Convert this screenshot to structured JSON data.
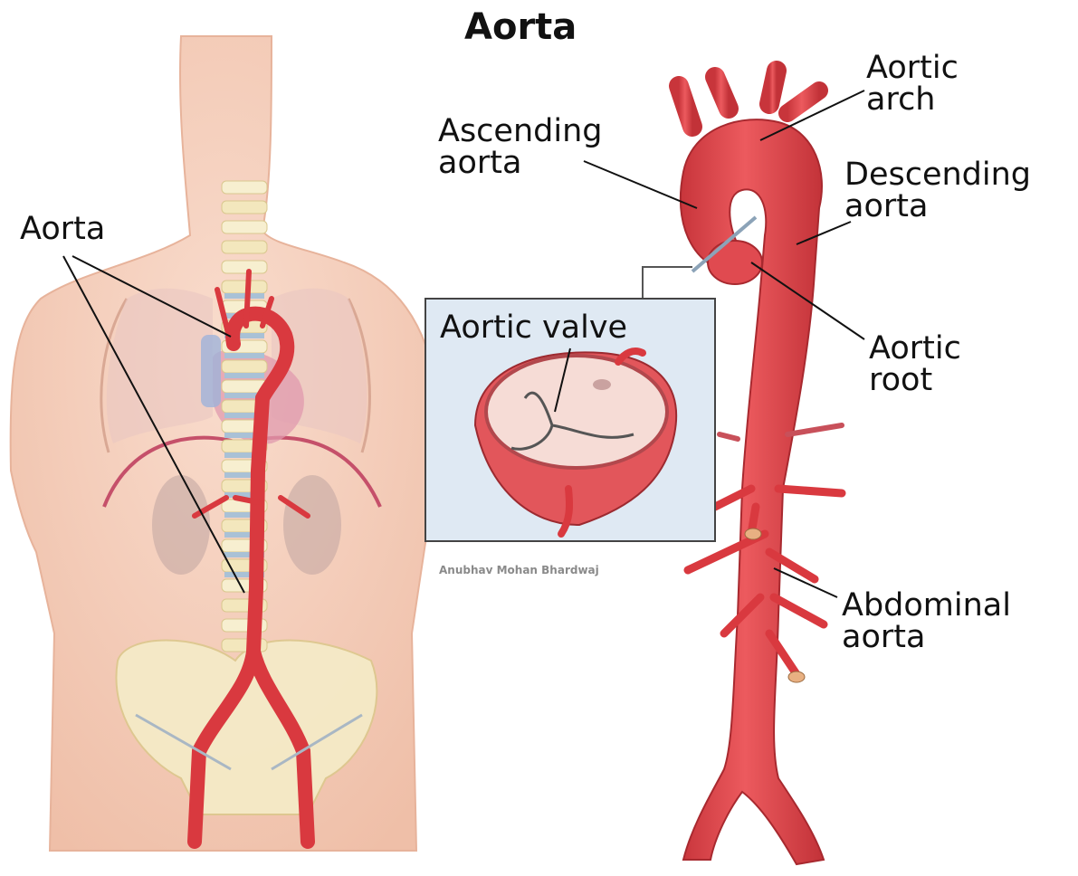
{
  "title": "Aorta",
  "left_label": "Aorta",
  "labels": {
    "ascending": [
      "Ascending",
      "aorta"
    ],
    "arch": [
      "Aortic",
      "arch"
    ],
    "descending": [
      "Descending",
      "aorta"
    ],
    "root": [
      "Aortic",
      "root"
    ],
    "abdominal": [
      "Abdominal",
      "aorta"
    ],
    "valve": "Aortic valve"
  },
  "credit": "Anubhav Mohan Bhardwaj",
  "colors": {
    "artery": "#e0474c",
    "artery_dark": "#b8323a",
    "skin": "#f6d2c0",
    "skin_shadow": "#eab39d",
    "bone": "#f5ecc8",
    "inset_bg": "#dfe9f3"
  }
}
